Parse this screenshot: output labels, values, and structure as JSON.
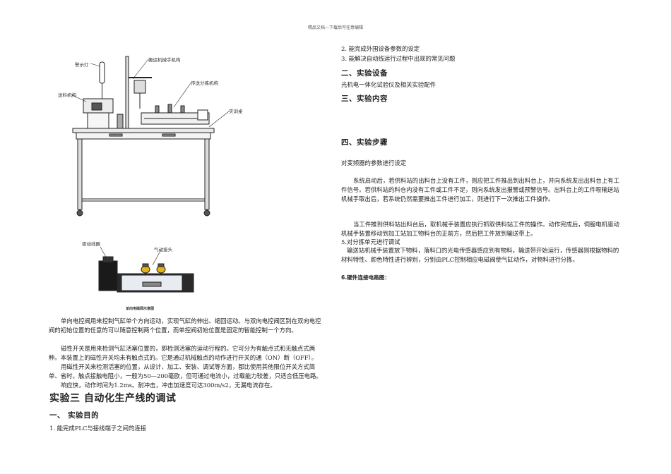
{
  "header": {
    "text": "精品文档---下载后可任意编辑"
  },
  "figure1": {
    "labels": {
      "warning_light": "警示灯",
      "transport_arm": "搬运机械手机构",
      "feeding": "送料机构",
      "conveyor": "传送分拣机构",
      "table": "实训桌"
    }
  },
  "figure2": {
    "labels": {
      "coil": "驱动线圈",
      "connector": "气动接头"
    },
    "caption": "单向电磁阀示意图"
  },
  "left": {
    "para1": "单向电控阀用来控制气缸单个方向运动，实现气缸的伸出、缩回运动。与双向电控阀区别在双向电控阀的初始位置的任意的可以随意控制两个位置，而单控阀初始位置是固定的智能控制一个方向。",
    "para2a": "磁性开关是用来检测气缸活塞位置的，即检测活塞的运动行程的。它可分为有触点式和无触点式两种。本装置上的磁性开关均未有触点式的。它是通过机械触点的动作进行开关的通（ON）断（OFF）。",
    "para2b": "用磁性开关来检测活塞的位置，从设计、加工、安装、调试等方面，都比使用其他限位开关方式简单、省时。触点接触电阻小，一般为50—200毫欧，但可通过电流小，过载能力较差，只适合低压电路。",
    "para2c": "响应快，动作时间为1.2ms。耐冲击，冲击加速度可达300m/s2，无漏电流存在。",
    "title": "实验三  自动化生产线的调试",
    "section1": "一、  实验目的",
    "item1": "1.  能完成PLC与接线端子之间的连接"
  },
  "right": {
    "item2": "2.  能完成外围设备参数的设定",
    "item3": "3.  能解决自动线运行过程中出现的常见问题",
    "section2": "二、实验设备",
    "equipment": "光机电一体化试验仪及相关实验配件",
    "section3": "三、实验内容",
    "section4": "四、实验步骤",
    "step_vfd": "对变频器的参数进行设定",
    "para_a": "系统启动后，若供料站的出料台上没有工件，则应把工件推出到出料台上，并向系统发出出料台上有工件信号。若供料站的料仓内没有工件或工件不足，则向系统发出报警或预警信号。出料台上的工件哏输送站机械手取出后，若系统仍然需要推出工件进行加工，则进行下一次推出工件操作。",
    "para_b": "当工件推到供料站出料台后，取机械手装置应执行抓取供料站工件的操作。动作完成后，伺服电机驱动机械手装置移动到加工站加工物料台的正前方，然后把工件放到输送带上。",
    "step5": "5.对分拣单元进行调试",
    "para_c": "输送站机械手装置放下物料，落料口的光电传感器感应到有物料，输送带开始运行，传感器则根据物料的材料特性、颜色特性进行辨别，分别由PLC控制相应电磁阀使气缸动作，对物料进行分拣。",
    "step6": "6.硬件连接电路图："
  }
}
